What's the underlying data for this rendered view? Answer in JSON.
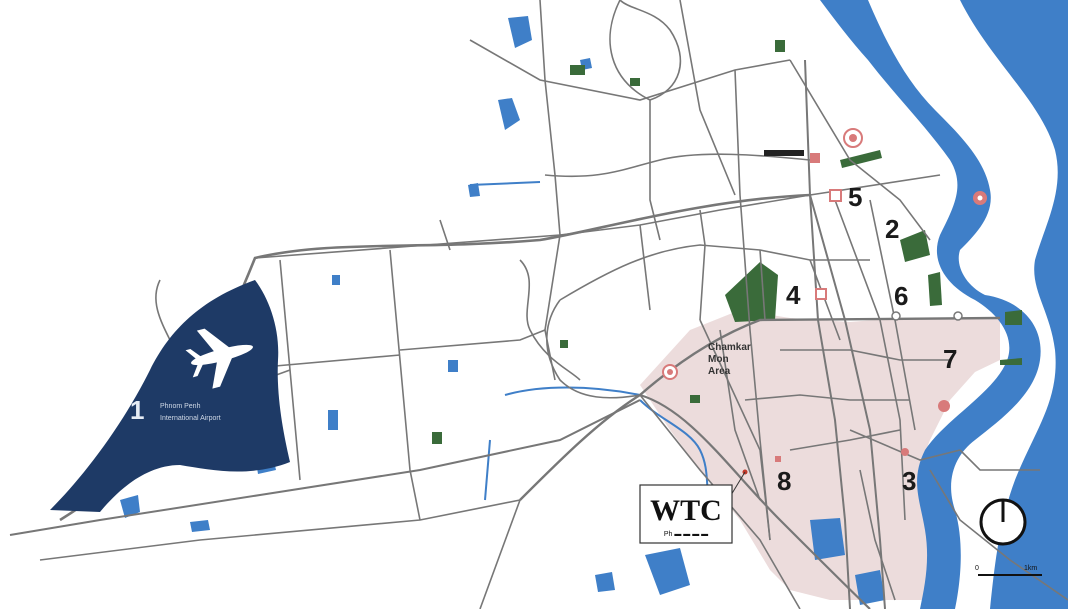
{
  "map": {
    "colors": {
      "water": "#3f7fc8",
      "airport": "#1e3a66",
      "district": "#ecdcdc",
      "park": "#3a6b3a",
      "road": "#777777",
      "marker": "#d87a7a"
    },
    "airport": {
      "number": "1",
      "name_line1": "Phnom Penh",
      "name_line2": "International Airport",
      "icon": "airplane-icon"
    },
    "district_label": {
      "line1": "Chamkar",
      "line2": "Mon",
      "line3": "Area"
    },
    "sites": [
      "2",
      "3",
      "4",
      "5",
      "6",
      "7",
      "8"
    ],
    "wtc_logo": {
      "title": "WTC",
      "subtitle": "Ph ▬ ▬ ▬ ▬"
    },
    "scale": {
      "start": "0",
      "end": "1km"
    },
    "compass_icon": "north-arrow-icon"
  }
}
